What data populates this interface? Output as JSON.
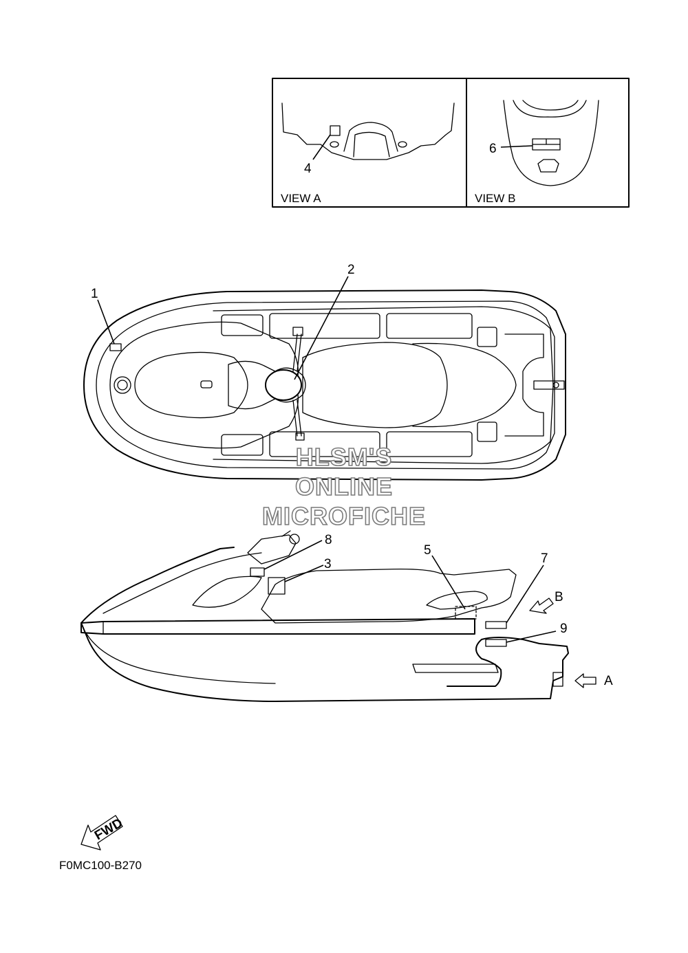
{
  "views": {
    "view_a_label": "VIEW A",
    "view_b_label": "VIEW B"
  },
  "callouts": {
    "c1": "1",
    "c2": "2",
    "c3": "3",
    "c4": "4",
    "c5": "5",
    "c6": "6",
    "c7": "7",
    "c8": "8",
    "c9": "9"
  },
  "arrows": {
    "a_label": "A",
    "b_label": "B"
  },
  "watermark": {
    "line1": "HLSM'S",
    "line2": "ONLINE",
    "line3": "MICROFICHE"
  },
  "fwd_label": "FWD",
  "figure_code": "F0MC100-B270"
}
